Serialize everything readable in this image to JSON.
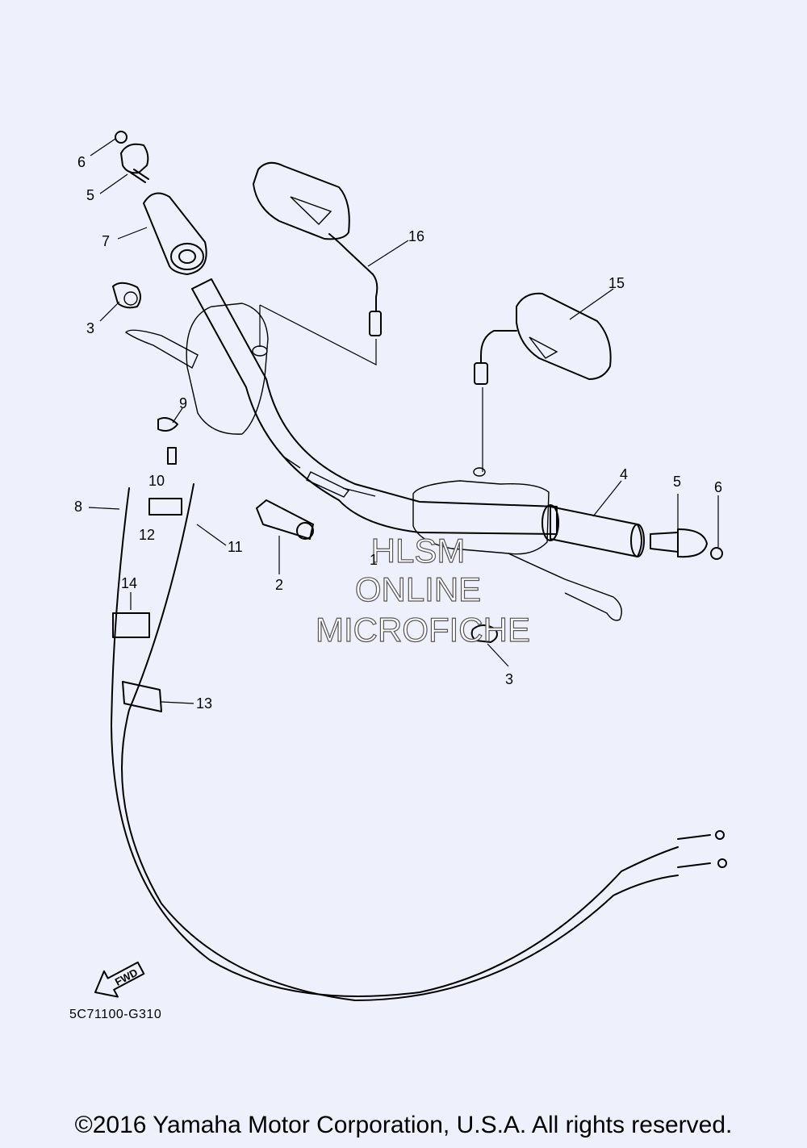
{
  "callouts": [
    {
      "id": "c6a",
      "label": "6"
    },
    {
      "id": "c5a",
      "label": "5"
    },
    {
      "id": "c7",
      "label": "7"
    },
    {
      "id": "c16",
      "label": "16"
    },
    {
      "id": "c15",
      "label": "15"
    },
    {
      "id": "c3a",
      "label": "3"
    },
    {
      "id": "c9",
      "label": "9"
    },
    {
      "id": "c10",
      "label": "10"
    },
    {
      "id": "c4",
      "label": "4"
    },
    {
      "id": "c5b",
      "label": "5"
    },
    {
      "id": "c6b",
      "label": "6"
    },
    {
      "id": "c8",
      "label": "8"
    },
    {
      "id": "c12",
      "label": "12"
    },
    {
      "id": "c11",
      "label": "11"
    },
    {
      "id": "c1",
      "label": "1"
    },
    {
      "id": "c2",
      "label": "2"
    },
    {
      "id": "c14",
      "label": "14"
    },
    {
      "id": "c3b",
      "label": "3"
    },
    {
      "id": "c13",
      "label": "13"
    }
  ],
  "watermark": {
    "line1": "HLSM",
    "line2": "ONLINE",
    "line3": "MICROFICHE"
  },
  "fwd_label": "FWD",
  "diagram_code": "5C71100-G310",
  "copyright": "©2016 Yamaha Motor Corporation, U.S.A. All rights reserved."
}
